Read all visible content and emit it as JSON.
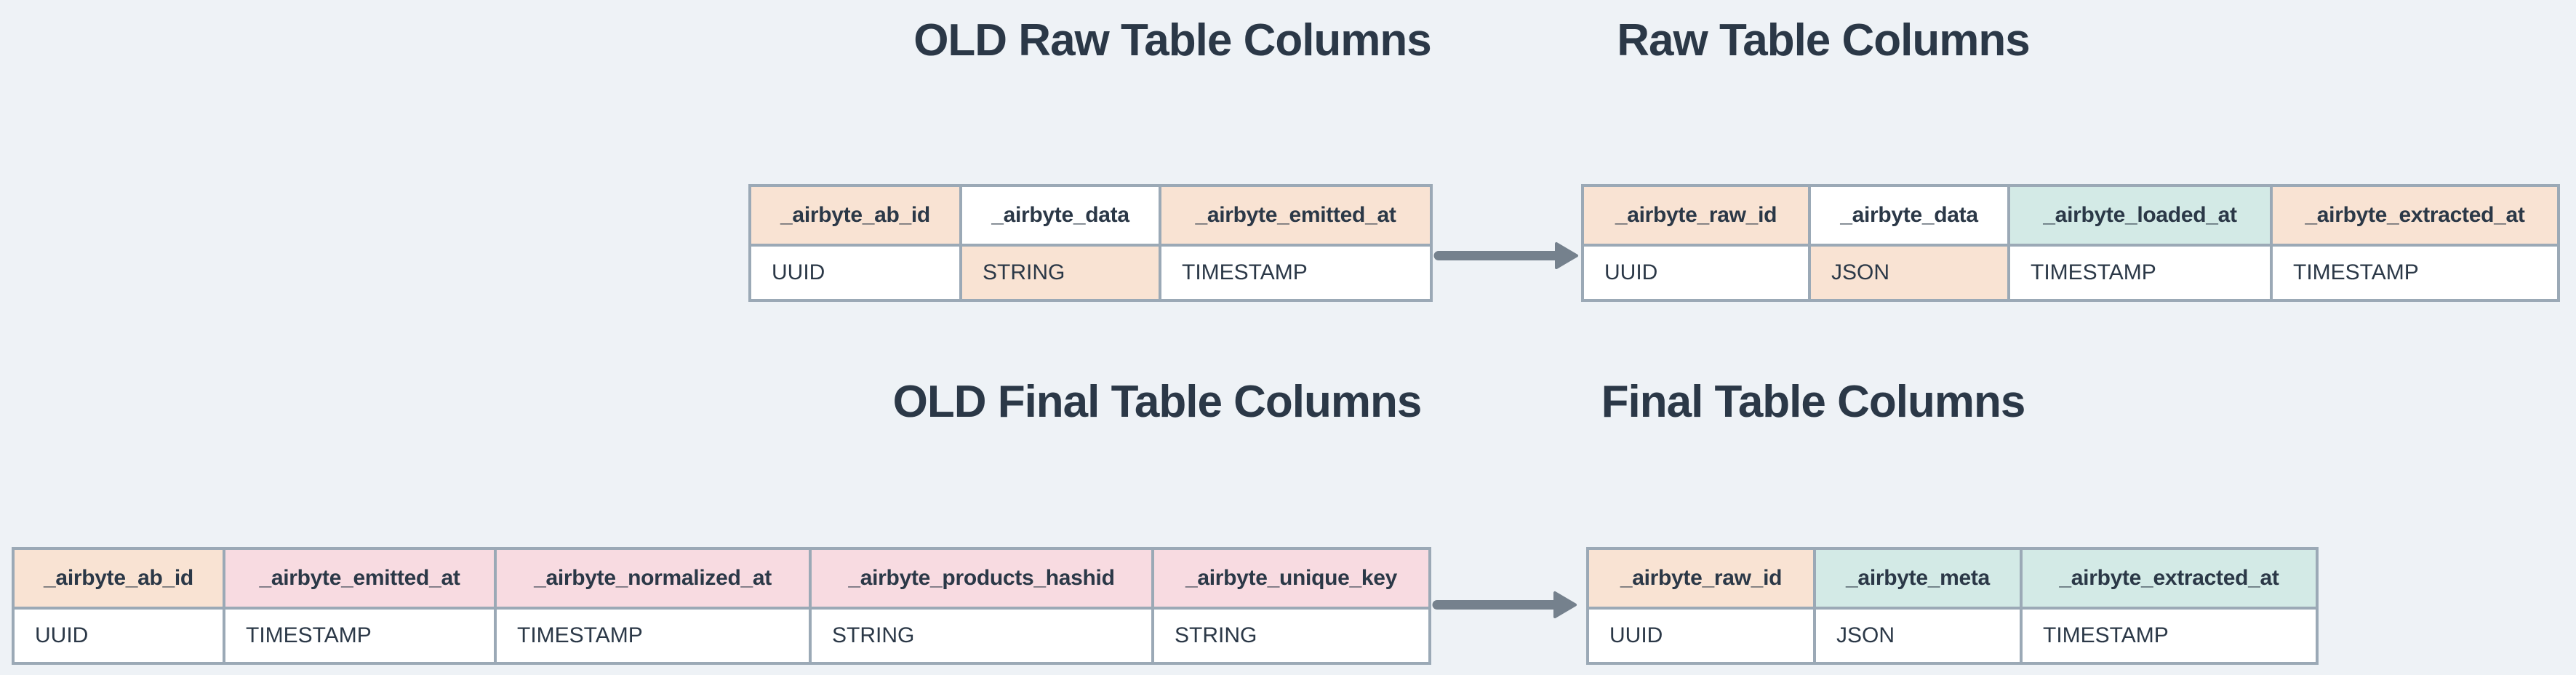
{
  "titles": {
    "old_raw": "OLD Raw Table Columns",
    "new_raw": "Raw Table Columns",
    "old_final": "OLD Final Table Columns",
    "new_final": "Final Table Columns"
  },
  "tables": {
    "old_raw": {
      "title": "OLD Raw Table Columns",
      "columns": [
        {
          "name": "_airbyte_ab_id",
          "type": "UUID",
          "header_bg": "peach",
          "type_bg": "white"
        },
        {
          "name": "_airbyte_data",
          "type": "STRING",
          "header_bg": "white",
          "type_bg": "peach"
        },
        {
          "name": "_airbyte_emitted_at",
          "type": "TIMESTAMP",
          "header_bg": "peach",
          "type_bg": "white"
        }
      ]
    },
    "new_raw": {
      "title": "Raw Table Columns",
      "columns": [
        {
          "name": "_airbyte_raw_id",
          "type": "UUID",
          "header_bg": "peach",
          "type_bg": "white"
        },
        {
          "name": "_airbyte_data",
          "type": "JSON",
          "header_bg": "white",
          "type_bg": "peach"
        },
        {
          "name": "_airbyte_loaded_at",
          "type": "TIMESTAMP",
          "header_bg": "teal",
          "type_bg": "white"
        },
        {
          "name": "_airbyte_extracted_at",
          "type": "TIMESTAMP",
          "header_bg": "peach",
          "type_bg": "white"
        }
      ]
    },
    "old_final": {
      "title": "OLD Final Table Columns",
      "columns": [
        {
          "name": "_airbyte_ab_id",
          "type": "UUID",
          "header_bg": "peach",
          "type_bg": "white"
        },
        {
          "name": "_airbyte_emitted_at",
          "type": "TIMESTAMP",
          "header_bg": "pink",
          "type_bg": "white"
        },
        {
          "name": "_airbyte_normalized_at",
          "type": "TIMESTAMP",
          "header_bg": "pink",
          "type_bg": "white"
        },
        {
          "name": "_airbyte_products_hashid",
          "type": "STRING",
          "header_bg": "pink",
          "type_bg": "white"
        },
        {
          "name": "_airbyte_unique_key",
          "type": "STRING",
          "header_bg": "pink",
          "type_bg": "white"
        }
      ]
    },
    "new_final": {
      "title": "Final Table Columns",
      "columns": [
        {
          "name": "_airbyte_raw_id",
          "type": "UUID",
          "header_bg": "peach",
          "type_bg": "white"
        },
        {
          "name": "_airbyte_meta",
          "type": "JSON",
          "header_bg": "teal",
          "type_bg": "white"
        },
        {
          "name": "_airbyte_extracted_at",
          "type": "TIMESTAMP",
          "header_bg": "teal",
          "type_bg": "white"
        }
      ]
    }
  },
  "arrows": [
    {
      "icon": "arrow-right",
      "from": "old_raw",
      "to": "new_raw"
    },
    {
      "icon": "arrow-right",
      "from": "old_final",
      "to": "new_final"
    }
  ],
  "palette": {
    "background": "#EEF2F6",
    "border": "#9BA9B6",
    "text": "#2B3847",
    "arrow": "#75818D",
    "peach": "#F9E3D3",
    "pink": "#F8DBE1",
    "teal": "#D3EAE6",
    "white": "#FFFFFF"
  }
}
